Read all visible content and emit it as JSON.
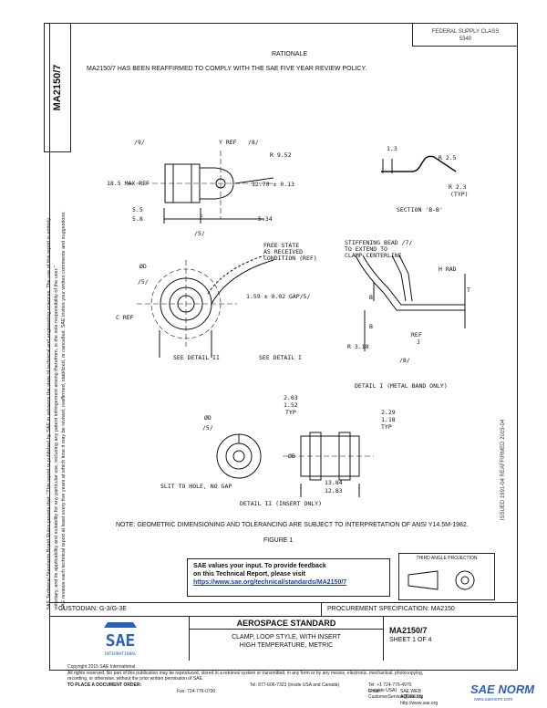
{
  "classification": {
    "line1": "FEDERAL SUPPLY CLASS",
    "line2": "5340"
  },
  "doc_number_vertical": "MA2150/7",
  "rationale": "RATIONALE",
  "reaffirmation": "MA2150/7 HAS BEEN REAFFIRMED TO COMPLY WITH THE SAE FIVE YEAR REVIEW POLICY.",
  "legal_lines": [
    "SAE Technical Standards Board Rules provide that: \"This report is published by SAE to advance the state of technical and engineering sciences. The use of this report is entirely",
    "voluntary, and its applicability and suitability for any particular use, including any patent infringement arising therefrom, is the sole responsibility of the user.\"",
    "SAE reviews each technical report at least every five years at which time it may be revised, reaffirmed, stabilized, or cancelled. SAE invites your written comments and suggestions."
  ],
  "issued_vertical": "ISSUED 1991-04    REAFFIRMED 2015-04",
  "drawing": {
    "labels": {
      "l9": "/9/",
      "yref": "Y REF",
      "l8": "/8/",
      "r952": "R 9.52",
      "maxref": "18.5 MAX REF",
      "dim1270": "12.70 ± 0.13",
      "d55": "5.5",
      "d58": "5.8",
      "eLabel": "E",
      "d534": "5.34",
      "l5a": "/5/",
      "d13": "1.3",
      "r25": "R 2.5",
      "r23": "R 2.3",
      "typ": "(TYP)",
      "section": "SECTION 'B-B'",
      "freestate1": "FREE STATE",
      "freestate2": "AS RECEIVED",
      "freestate3": "CONDITION (REF)",
      "phiD": "ØD",
      "l5b": "/5/",
      "gap": "1.59 ± 0.02 GAP/5/",
      "cref": "C REF",
      "seeII": "SEE DETAIL II",
      "seeI": "SEE DETAIL I",
      "stiff1": "STIFFENING BEAD /7/",
      "stiff2": "TO EXTEND TO",
      "stiff3": "CLAMP CENTERLINE",
      "hrad": "H RAD",
      "bL": "B",
      "tL": "T",
      "bL2": "B",
      "refL": "REF",
      "jL": "J",
      "r318": "R 3.18",
      "l8b": "/8/",
      "detailI": "DETAIL I (METAL BAND ONLY)",
      "phiD2": "ØD",
      "l5c": "/5/",
      "d203": "2.03",
      "d152": "1.52",
      "typ2": "TYP",
      "d229": "2.29",
      "d118": "1.18",
      "typ3": "TYP",
      "phiB": "ØB",
      "slit": "SLIT TO HOLE, NO GAP",
      "d1384": "13.84",
      "d1283": "12.83",
      "detailII": "DETAIL II (INSERT ONLY)"
    }
  },
  "note": "NOTE: GEOMETRIC DIMENSIONING AND TOLERANCING ARE SUBJECT TO INTERPRETATION OF ANSI Y14.5M-1982.",
  "figure": "FIGURE 1",
  "feedback": {
    "line1": "SAE values your input. To provide feedback",
    "line2": "on this Technical Report, please visit",
    "link": "https://www.sae.org/technical/standards/MA2150/7"
  },
  "third_angle": "THIRD ANGLE PROJECTION",
  "custodian": "CUSTODIAN: G-3/G-3E",
  "procurement": "PROCUREMENT SPECIFICATION: MA2150",
  "logo": {
    "text": "SAE",
    "sub": "INTERNATIONAL"
  },
  "standard_title": "AEROSPACE STANDARD",
  "standard_sub1": "CLAMP, LOOP STYLE, WITH INSERT",
  "standard_sub2": "HIGH TEMPERATURE, METRIC",
  "doc_number": "MA2150/7",
  "sheet": "SHEET 1 OF 4",
  "footer": {
    "copyright": "Copyright 2015 SAE International",
    "rights": "All rights reserved. No part of this publication may be reproduced, stored in a retrieval system or transmitted, in any form or by any means, electronic, mechanical, photocopying,",
    "rights2": "recording, or otherwise, without the prior written permission of SAE.",
    "order_label": "TO PLACE A DOCUMENT ORDER:",
    "tel1": "Tel: 877-606-7323 (inside USA and Canada)",
    "tel2": "Tel: +1 724-776-4970 (outside USA)",
    "fax": "Fax: 724-776-0790",
    "email": "Email: CustomerService@sae.org",
    "web": "SAE WEB ADDRESS: http://www.sae.org"
  },
  "watermark": {
    "brand": "SAE NORM",
    "sub": "www.saenorm.com"
  }
}
